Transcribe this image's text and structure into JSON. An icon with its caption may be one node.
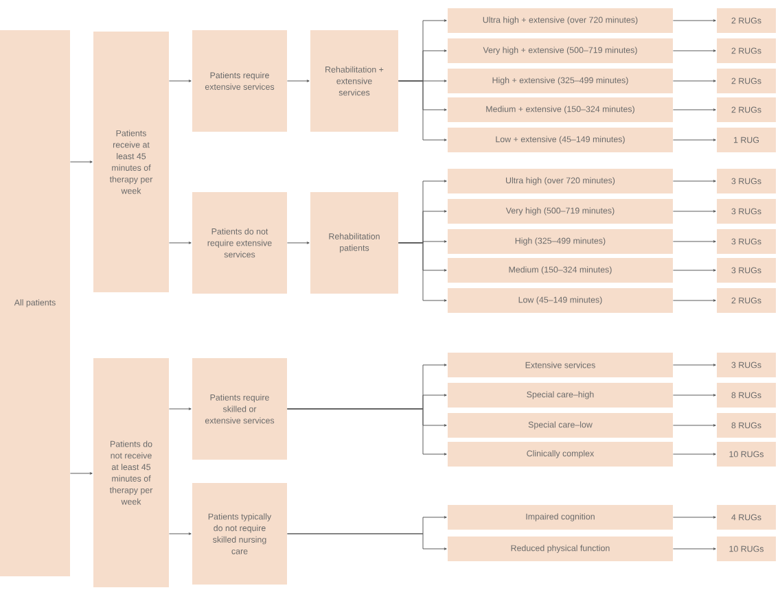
{
  "diagram": {
    "nodes": [
      {
        "text": [
          "All patients"
        ]
      },
      {
        "text": [
          "Patients receive at least 45 minutes of therapy per week"
        ]
      },
      {
        "text": [
          "Patients require extensive services"
        ]
      },
      {
        "text": [
          "Rehabilitation + extensive services"
        ]
      },
      {
        "text": [
          "Ultra high + extensive (over 720 minutes)"
        ]
      },
      {
        "text": [
          "2 RUGs"
        ]
      },
      {
        "text": [
          "Very high + extensive (500–719 minutes)"
        ]
      },
      {
        "text": [
          "2 RUGs"
        ]
      },
      {
        "text": [
          "High + extensive (325–499 minutes)"
        ]
      },
      {
        "text": [
          "2 RUGs"
        ]
      },
      {
        "text": [
          "Medium + extensive (150–324 minutes)"
        ]
      },
      {
        "text": [
          "2 RUGs"
        ]
      },
      {
        "text": [
          "Low + extensive (45–149 minutes)"
        ]
      },
      {
        "text": [
          "1 RUG"
        ]
      },
      {
        "text": [
          "Patients do not require extensive services"
        ]
      },
      {
        "text": [
          "Rehabilitation patients"
        ]
      },
      {
        "text": [
          "Ultra high (over 720 minutes)"
        ]
      },
      {
        "text": [
          "3 RUGs"
        ]
      },
      {
        "text": [
          "Very high (500–719 minutes)"
        ]
      },
      {
        "text": [
          "3 RUGs"
        ]
      },
      {
        "text": [
          "High (325–499 minutes)"
        ]
      },
      {
        "text": [
          "3 RUGs"
        ]
      },
      {
        "text": [
          "Medium (150–324 minutes)"
        ]
      },
      {
        "text": [
          "3 RUGs"
        ]
      },
      {
        "text": [
          "Low (45–149 minutes)"
        ]
      },
      {
        "text": [
          "2 RUGs"
        ]
      },
      {
        "text": [
          "Patients do not receive at least 45 minutes of therapy per week"
        ]
      },
      {
        "text": [
          "Patients require skilled or extensive services"
        ]
      },
      {
        "text": [
          "Extensive services"
        ]
      },
      {
        "text": [
          "3 RUGs"
        ]
      },
      {
        "text": [
          "Special care–high"
        ]
      },
      {
        "text": [
          "8 RUGs"
        ]
      },
      {
        "text": [
          "Special care–low"
        ]
      },
      {
        "text": [
          "8 RUGs"
        ]
      },
      {
        "text": [
          "Clinically complex"
        ]
      },
      {
        "text": [
          "10 RUGs"
        ]
      },
      {
        "text": [
          "Patients typically do not require skilled nursing care"
        ]
      },
      {
        "text": [
          "Impaired cognition"
        ]
      },
      {
        "text": [
          "4 RUGs"
        ]
      },
      {
        "text": [
          "Reduced physical function"
        ]
      },
      {
        "text": [
          "10 RUGs"
        ]
      }
    ],
    "edges": [
      {
        "from": 0,
        "to": 1,
        "arrow": "to"
      },
      {
        "from": 0,
        "to": 26,
        "arrow": "to"
      },
      {
        "from": 1,
        "to": 2,
        "arrow": "to"
      },
      {
        "from": 1,
        "to": 14,
        "arrow": "to"
      },
      {
        "from": 2,
        "to": 3,
        "arrow": "to"
      },
      {
        "from": 3,
        "to": 4,
        "arrow": "to"
      },
      {
        "from": 3,
        "to": 6,
        "arrow": "to"
      },
      {
        "from": 3,
        "to": 8,
        "arrow": "to"
      },
      {
        "from": 3,
        "to": 10,
        "arrow": "to"
      },
      {
        "from": 3,
        "to": 12,
        "arrow": "to"
      },
      {
        "from": 4,
        "to": 5,
        "arrow": "to"
      },
      {
        "from": 6,
        "to": 7,
        "arrow": "to"
      },
      {
        "from": 8,
        "to": 9,
        "arrow": "to"
      },
      {
        "from": 10,
        "to": 11,
        "arrow": "to"
      },
      {
        "from": 12,
        "to": 13,
        "arrow": "to"
      },
      {
        "from": 14,
        "to": 15,
        "arrow": "to"
      },
      {
        "from": 15,
        "to": 16,
        "arrow": "to"
      },
      {
        "from": 15,
        "to": 18,
        "arrow": "to"
      },
      {
        "from": 15,
        "to": 20,
        "arrow": "to"
      },
      {
        "from": 15,
        "to": 22,
        "arrow": "to"
      },
      {
        "from": 15,
        "to": 24,
        "arrow": "to"
      },
      {
        "from": 16,
        "to": 17,
        "arrow": "to"
      },
      {
        "from": 18,
        "to": 19,
        "arrow": "to"
      },
      {
        "from": 20,
        "to": 21,
        "arrow": "to"
      },
      {
        "from": 22,
        "to": 23,
        "arrow": "to"
      },
      {
        "from": 24,
        "to": 25,
        "arrow": "to"
      },
      {
        "from": 26,
        "to": 27,
        "arrow": "to"
      },
      {
        "from": 26,
        "to": 36,
        "arrow": "to"
      },
      {
        "from": 27,
        "to": 28,
        "arrow": "to"
      },
      {
        "from": 27,
        "to": 30,
        "arrow": "to"
      },
      {
        "from": 27,
        "to": 32,
        "arrow": "to"
      },
      {
        "from": 27,
        "to": 34,
        "arrow": "to"
      },
      {
        "from": 28,
        "to": 29,
        "arrow": "to"
      },
      {
        "from": 30,
        "to": 31,
        "arrow": "to"
      },
      {
        "from": 32,
        "to": 33,
        "arrow": "to"
      },
      {
        "from": 34,
        "to": 35,
        "arrow": "to"
      },
      {
        "from": 36,
        "to": 37,
        "arrow": "to"
      },
      {
        "from": 36,
        "to": 39,
        "arrow": "to"
      },
      {
        "from": 37,
        "to": 38,
        "arrow": "to"
      },
      {
        "from": 39,
        "to": 40,
        "arrow": "to"
      }
    ]
  }
}
